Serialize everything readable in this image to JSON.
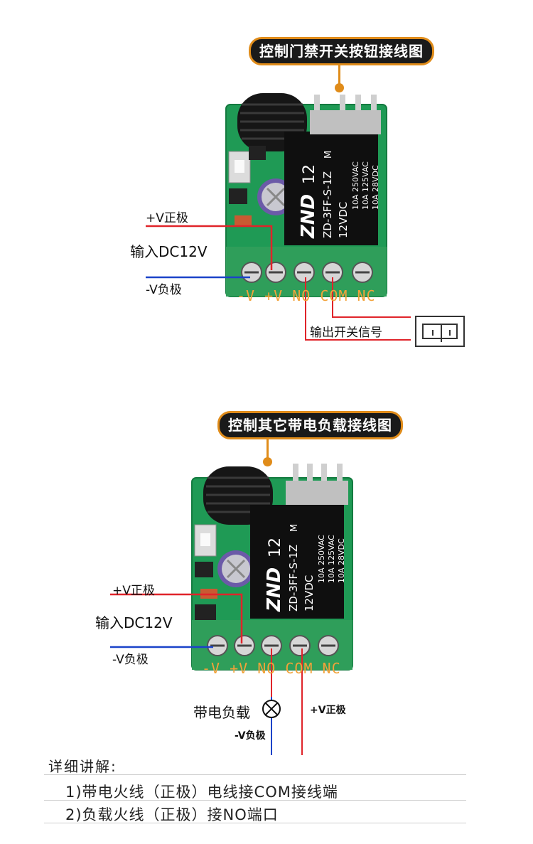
{
  "section1": {
    "title": "控制门禁开关按钮接线图",
    "pos_label": "+V正极",
    "input_label": "输入DC12V",
    "neg_label": "-V负极",
    "terminals": "-V +V NO COM NC",
    "output_label": "输出开关信号",
    "relay": {
      "brand": "ZND",
      "model": "ZD-3FF-S-1Z",
      "voltage": "12VDC",
      "number": "12",
      "m": "M",
      "rating1": "10A 250VAC",
      "rating2": "10A 125VAC",
      "rating3": "10A 28VDC"
    }
  },
  "section2": {
    "title": "控制其它带电负载接线图",
    "pos_label": "+V正极",
    "input_label": "输入DC12V",
    "neg_label": "-V负极",
    "terminals": "-V +V NO COM NC",
    "load_label": "带电负载",
    "load_pos_label": "+V正极",
    "load_neg_label": "-V负极",
    "relay": {
      "brand": "ZND",
      "model": "ZD-3FF-S-1Z",
      "voltage": "12VDC",
      "number": "12",
      "m": "M",
      "rating1": "10A 250VAC",
      "rating2": "10A 125VAC",
      "rating3": "10A 28VDC"
    }
  },
  "notes": {
    "title": "详细讲解:",
    "items": [
      "1)带电火线（正极）电线接COM接线端",
      "2)负载火线（正极）接NO端口"
    ]
  },
  "colors": {
    "board": "#1f9a55",
    "relay": "#111111",
    "terminal": "#2f9e5a",
    "positive_wire": "#e0242a",
    "negative_wire": "#1b43c9",
    "title_border": "#e08c1a",
    "terminal_text": "#f2a23a"
  }
}
